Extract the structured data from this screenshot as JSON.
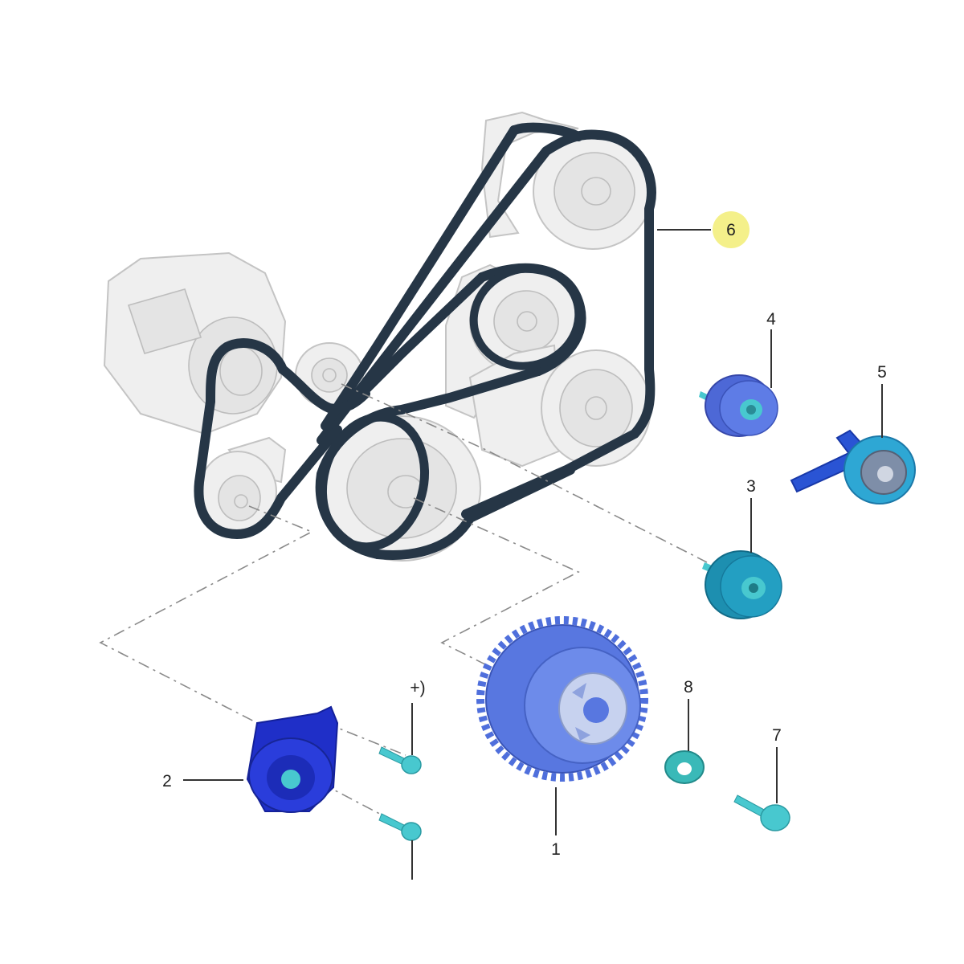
{
  "callouts": [
    {
      "id": "part-1",
      "label": "1"
    },
    {
      "id": "part-2",
      "label": "2"
    },
    {
      "id": "part-3",
      "label": "3"
    },
    {
      "id": "part-4",
      "label": "4"
    },
    {
      "id": "part-5",
      "label": "5"
    },
    {
      "id": "part-6",
      "label": "6"
    },
    {
      "id": "part-7",
      "label": "7"
    },
    {
      "id": "part-8",
      "label": "8"
    },
    {
      "id": "bolt-note",
      "label": "+)"
    }
  ],
  "colors": {
    "belt": "#263646",
    "highlight": "#f4f08a",
    "tensioner": "#1f2fc8",
    "idler_teal": "#1d8fb0",
    "idler_blue": "#4d68d6",
    "damper": "#5877e0",
    "hardware": "#48c8cf",
    "ghost": "#efefef"
  }
}
